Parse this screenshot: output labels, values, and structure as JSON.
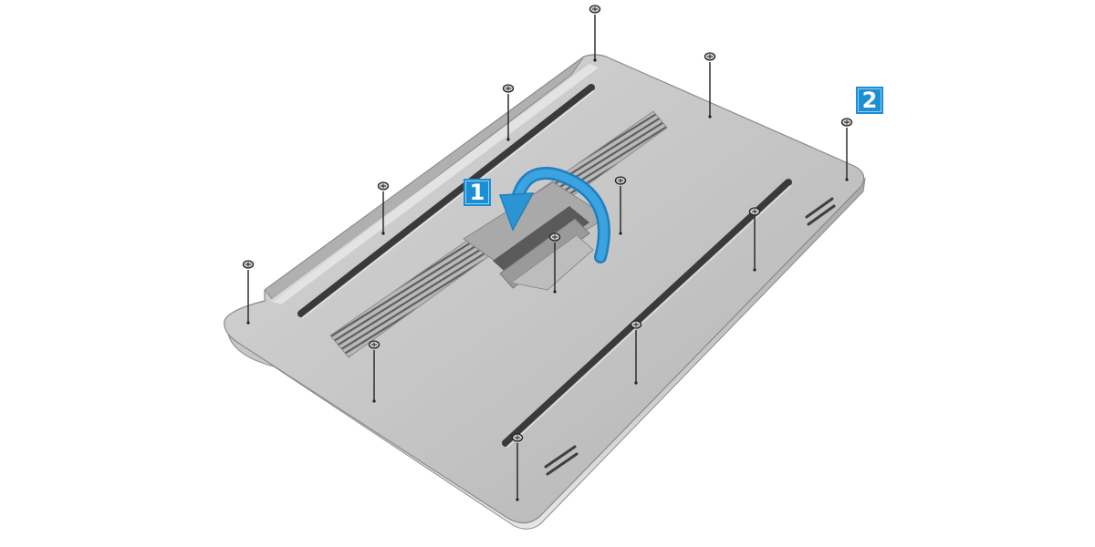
{
  "figure": {
    "step_callouts": [
      {
        "label": "1"
      },
      {
        "label": "2"
      }
    ],
    "colors": {
      "callout_fill": "#1a8fd6",
      "callout_text": "#ffffff",
      "rotation_arrow": "#2b95d4",
      "base_panel": "#c3c3c3",
      "base_edge": "#9a9a9a",
      "background": "#ffffff"
    },
    "icons": {
      "rotation": "curved-arrow-counterclockwise-icon",
      "screw": "screw-icon"
    },
    "screw_count": 12
  }
}
